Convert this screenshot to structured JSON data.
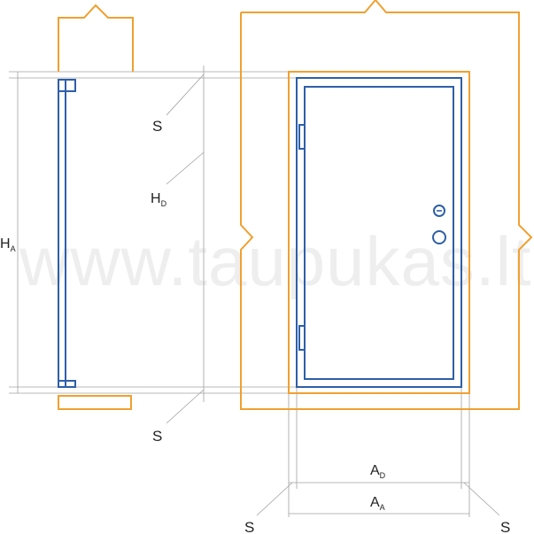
{
  "watermark": "www.taupukas.lt",
  "labels": {
    "s_top": "S",
    "hd": "H",
    "hd_sub": "D",
    "ha": "H",
    "ha_sub": "A",
    "s_bottom": "S",
    "ad": "A",
    "ad_sub": "D",
    "aa": "A",
    "aa_sub": "A",
    "s_left": "S",
    "s_right": "S"
  },
  "colors": {
    "wall": "#F0A030",
    "door": "#2E5FA8",
    "dimension": "#A0A0A0",
    "text": "#222222"
  }
}
